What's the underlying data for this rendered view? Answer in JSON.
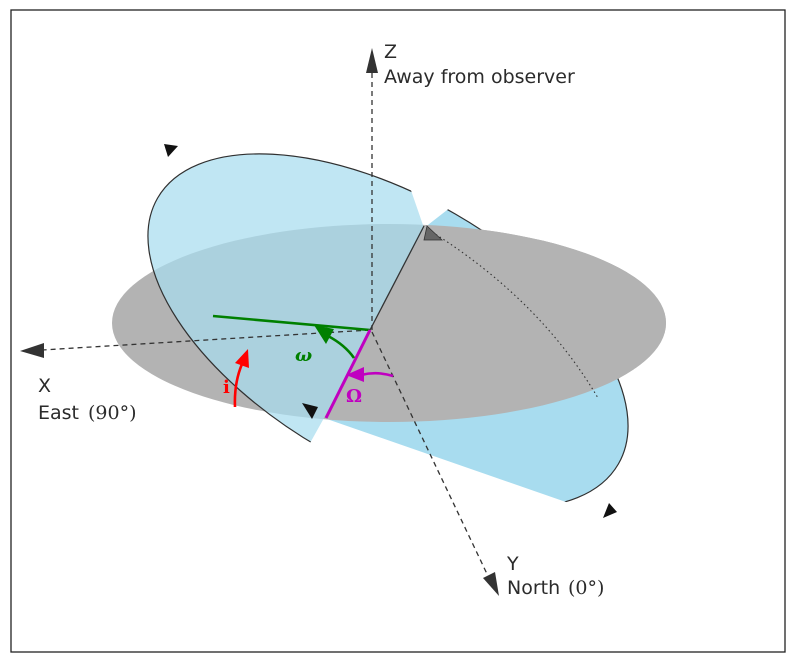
{
  "colors": {
    "frame": "#222222",
    "reference_plane": "#b3b3b3",
    "orbit_plane": "#a8dcef",
    "axis": "#333333",
    "inclination": "#ff0000",
    "periastron": "#008000",
    "node": "#c000c0"
  },
  "axes": {
    "x": {
      "letter": "X",
      "desc": "East",
      "angle": "(90°)"
    },
    "y": {
      "letter": "Y",
      "desc": "North",
      "angle": "(0°)"
    },
    "z": {
      "letter": "Z",
      "desc": "Away from observer"
    }
  },
  "angles": {
    "inclination": "i",
    "periastron": "ω",
    "node": "Ω"
  }
}
